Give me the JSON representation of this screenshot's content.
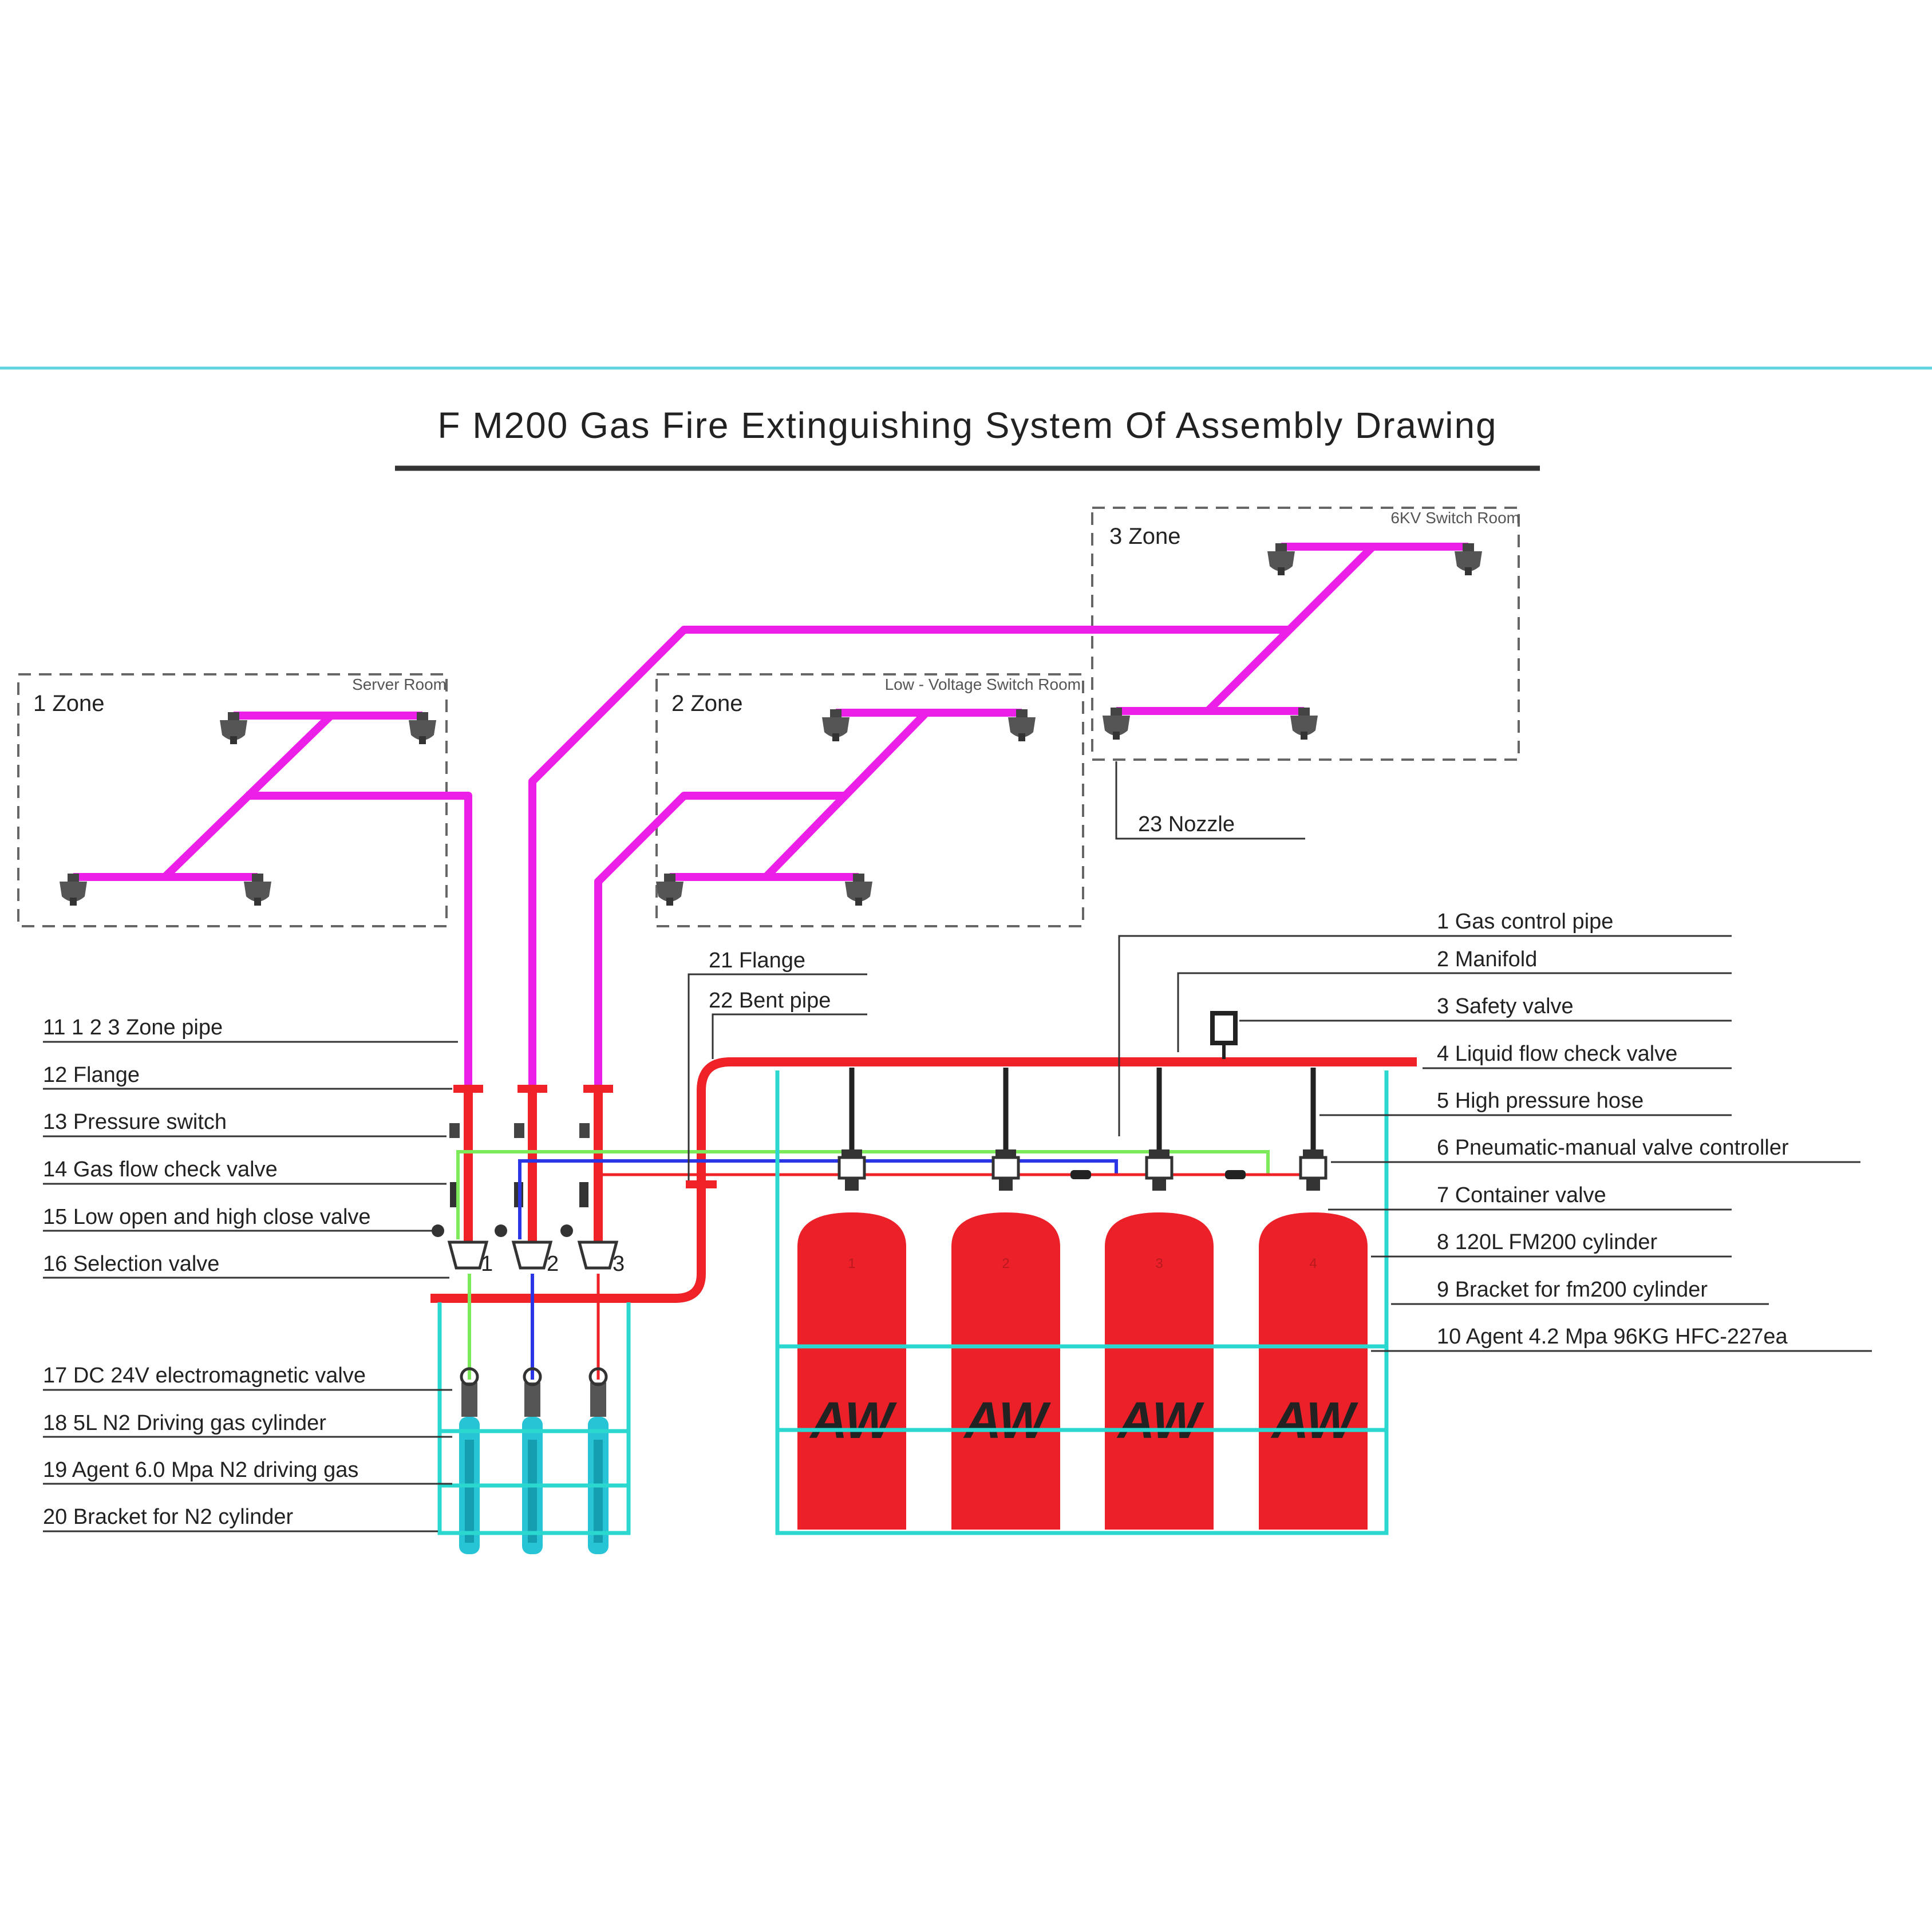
{
  "title": "F M200 Gas Fire Extinguishing System Of Assembly Drawing",
  "zones": [
    {
      "label": "1 Zone",
      "room": "Server Room"
    },
    {
      "label": "2 Zone",
      "room": "Low - Voltage Switch Room"
    },
    {
      "label": "3 Zone",
      "room": "6KV Switch Room"
    }
  ],
  "callouts_left": [
    "11 1 2 3 Zone pipe",
    "12 Flange",
    "13 Pressure switch",
    "14 Gas flow check valve",
    "15 Low open and high close valve",
    "16 Selection valve",
    "17 DC 24V electromagnetic valve",
    "18 5L N2 Driving gas cylinder",
    "19 Agent 6.0 Mpa N2 driving gas",
    "20 Bracket for N2 cylinder"
  ],
  "callouts_middle": [
    "21 Flange",
    "22 Bent pipe",
    "23 Nozzle"
  ],
  "callouts_right": [
    "1 Gas control pipe",
    "2 Manifold",
    "3 Safety valve",
    "4 Liquid flow check valve",
    "5 High pressure hose",
    "6 Pneumatic-manual valve controller",
    "7 Container valve",
    "8 120L FM200 cylinder",
    "9 Bracket for fm200 cylinder",
    "10 Agent 4.2 Mpa 96KG HFC-227ea"
  ],
  "selection_valve_numbers": [
    "1",
    "2",
    "3"
  ],
  "cylinders": [
    {
      "number": "1",
      "logo": "AW"
    },
    {
      "number": "2",
      "logo": "AW"
    },
    {
      "number": "3",
      "logo": "AW"
    },
    {
      "number": "4",
      "logo": "AW"
    }
  ],
  "colors": {
    "zone_pipe": "#ec1fe8",
    "manifold": "#ee2227",
    "gas_control_1": "#7dea5c",
    "gas_control_2": "#2a35e6",
    "bracket": "#2ad8cf",
    "cylinder": "#ec2028",
    "logo": "#2a5be0",
    "header_rule": "#5fd3e0"
  }
}
